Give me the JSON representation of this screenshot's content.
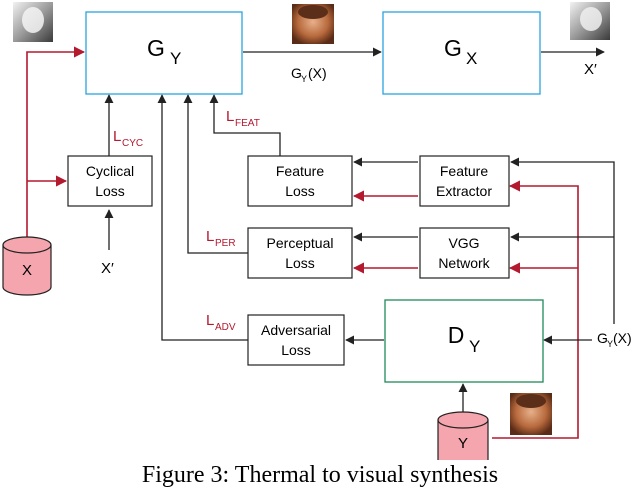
{
  "colors": {
    "red": "#b3192f",
    "black": "#222222",
    "gen_border": "#29a3e0",
    "disc_border": "#1f8a5a",
    "db_fill": "#f4a5ad"
  },
  "nodes": {
    "gy": {
      "label": "G",
      "sub": "Y"
    },
    "gx": {
      "label": "G",
      "sub": "X"
    },
    "dy": {
      "label": "D",
      "sub": "Y"
    },
    "cyclical_loss": {
      "line1": "Cyclical",
      "line2": "Loss"
    },
    "feature_loss": {
      "line1": "Feature",
      "line2": "Loss"
    },
    "perceptual_loss": {
      "line1": "Perceptual",
      "line2": "Loss"
    },
    "adversarial_loss": {
      "line1": "Adversarial",
      "line2": "Loss"
    },
    "feature_extractor": {
      "line1": "Feature",
      "line2": "Extractor"
    },
    "vgg_network": {
      "line1": "VGG",
      "line2": "Network"
    },
    "db_x": {
      "label": "X"
    },
    "db_y": {
      "label": "Y"
    }
  },
  "labels": {
    "gyx_mid": {
      "main": "G",
      "sub": "Y",
      "tail": "(X)"
    },
    "gyx_right": {
      "main": "G",
      "sub": "Y",
      "tail": "(X)"
    },
    "x_prime_out": "X′",
    "x_prime_in": "X′",
    "l_cyc": {
      "main": "L",
      "sub": "CYC"
    },
    "l_feat": {
      "main": "L",
      "sub": "FEAT"
    },
    "l_per": {
      "main": "L",
      "sub": "PER"
    },
    "l_adv": {
      "main": "L",
      "sub": "ADV"
    }
  },
  "caption": "Figure 3: Thermal to visual synthesis"
}
